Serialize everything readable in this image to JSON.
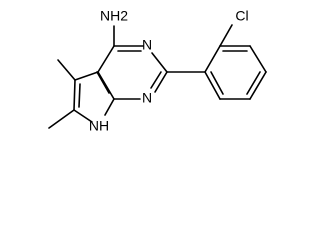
{
  "molecule": {
    "labels": {
      "amine": "NH2",
      "ring_n_top": "N",
      "ring_n_bottom": "N",
      "chloro": "Cl",
      "pyrrole_nh": "NH"
    }
  }
}
